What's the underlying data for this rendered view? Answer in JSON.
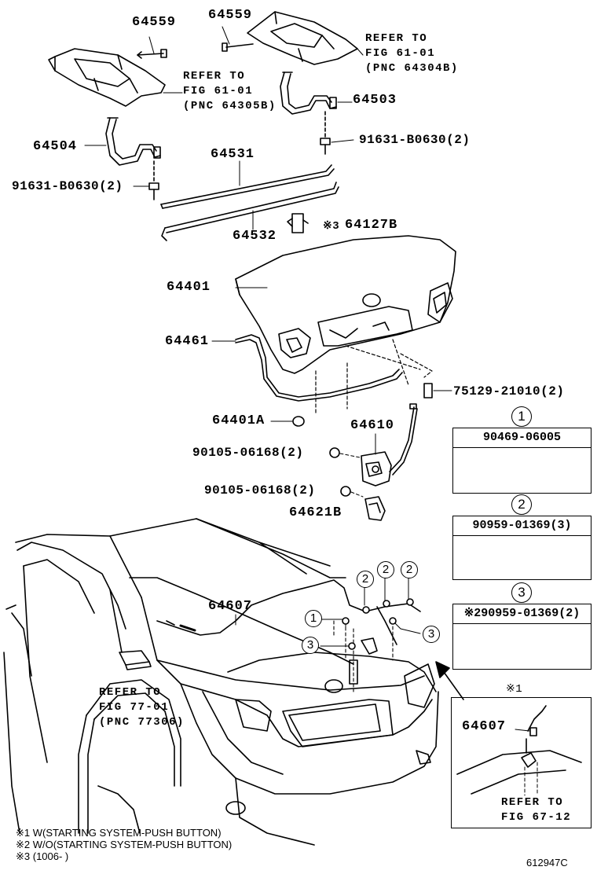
{
  "parts": {
    "p64559_left": "64559",
    "p64559_right": "64559",
    "p64503": "64503",
    "p64504": "64504",
    "p91631_left": "91631-B0630(2)",
    "p91631_right": "91631-B0630(2)",
    "p64531": "64531",
    "p64532": "64532",
    "p64127B": "64127B",
    "note3_mark": "※3",
    "p64401": "64401",
    "p64461": "64461",
    "p75129": "75129-21010(2)",
    "p64401A": "64401A",
    "p64610": "64610",
    "p90105_a": "90105-06168(2)",
    "p90105_b": "90105-06168(2)",
    "p64621B": "64621B",
    "p64607_main": "64607",
    "p64607_inset": "64607",
    "drawing_code": "612947C"
  },
  "refs": {
    "ref_61_01_a": [
      "REFER TO",
      "FIG 61-01",
      "(PNC 64304B)"
    ],
    "ref_61_01_b": [
      "REFER TO",
      "FIG 61-01",
      "(PNC 64305B)"
    ],
    "ref_77_01": [
      "REFER TO",
      "FIG 77-01",
      "(PNC 77306)"
    ],
    "ref_67_12": [
      "REFER TO",
      "FIG 67-12"
    ]
  },
  "callouts": {
    "c1": "1",
    "c2": "2",
    "c3": "3"
  },
  "legend_boxes": [
    {
      "num": "1",
      "part": "90469-06005"
    },
    {
      "num": "2",
      "part": "90959-01369(3)"
    },
    {
      "num": "3",
      "part": "90959-01369(2)",
      "mark": "※2"
    }
  ],
  "inset": {
    "mark": "※1"
  },
  "notes": [
    "※1 W(STARTING SYSTEM-PUSH BUTTON)",
    "※2 W/O(STARTING SYSTEM-PUSH BUTTON)",
    "※3 (1006-        )"
  ]
}
